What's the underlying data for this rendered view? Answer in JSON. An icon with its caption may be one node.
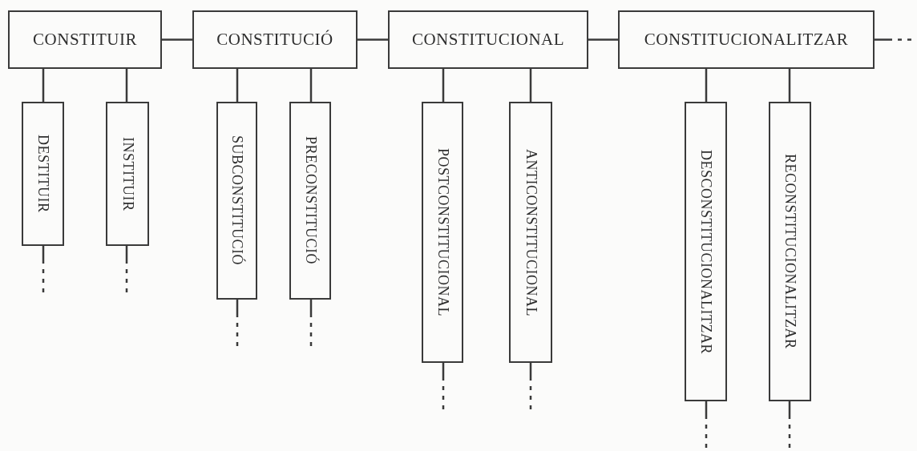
{
  "diagram": {
    "nodes": [
      {
        "text": [
          "CONSTITUIR"
        ]
      },
      {
        "text": [
          "CONSTITUCIÓ"
        ]
      },
      {
        "text": [
          "CONSTITUCIONAL"
        ]
      },
      {
        "text": [
          "CONSTITUCIONALITZAR"
        ]
      },
      {
        "text": [
          "DESTITUIR"
        ]
      },
      {
        "text": [
          "INSTITUIR"
        ]
      },
      {
        "text": [
          "SUBCONSTITUCIÓ"
        ]
      },
      {
        "text": [
          "PRECONSTITUCIÓ"
        ]
      },
      {
        "text": [
          "POSTCONSTITUCIONAL"
        ]
      },
      {
        "text": [
          "ANTICONSTITUCIONAL"
        ]
      },
      {
        "text": [
          "DESCONSTITUCIONALITZAR"
        ]
      },
      {
        "text": [
          "RECONSTITUCIONALITZAR"
        ]
      }
    ],
    "edges": [
      {
        "from": 0,
        "to": 1,
        "arrow": "none"
      },
      {
        "from": 1,
        "to": 2,
        "arrow": "none"
      },
      {
        "from": 2,
        "to": 3,
        "arrow": "none"
      },
      {
        "from": 3,
        "to": null,
        "arrow": "none",
        "style": "dashed"
      },
      {
        "from": 0,
        "to": 4,
        "arrow": "none"
      },
      {
        "from": 0,
        "to": 5,
        "arrow": "none"
      },
      {
        "from": 1,
        "to": 6,
        "arrow": "none"
      },
      {
        "from": 1,
        "to": 7,
        "arrow": "none"
      },
      {
        "from": 2,
        "to": 8,
        "arrow": "none"
      },
      {
        "from": 2,
        "to": 9,
        "arrow": "none"
      },
      {
        "from": 3,
        "to": 10,
        "arrow": "none"
      },
      {
        "from": 3,
        "to": 11,
        "arrow": "none"
      },
      {
        "from": 4,
        "to": null,
        "arrow": "none",
        "style": "dashed"
      },
      {
        "from": 5,
        "to": null,
        "arrow": "none",
        "style": "dashed"
      },
      {
        "from": 6,
        "to": null,
        "arrow": "none",
        "style": "dashed"
      },
      {
        "from": 7,
        "to": null,
        "arrow": "none",
        "style": "dashed"
      },
      {
        "from": 8,
        "to": null,
        "arrow": "none",
        "style": "dashed"
      },
      {
        "from": 9,
        "to": null,
        "arrow": "none",
        "style": "dashed"
      },
      {
        "from": 10,
        "to": null,
        "arrow": "none",
        "style": "dashed"
      },
      {
        "from": 11,
        "to": null,
        "arrow": "none",
        "style": "dashed"
      }
    ]
  }
}
